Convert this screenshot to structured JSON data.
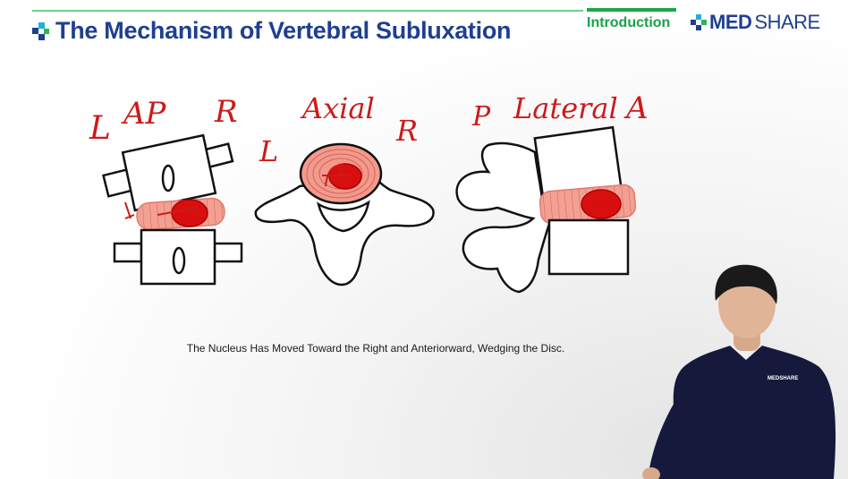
{
  "header": {
    "title": "The Mechanism of Vertebral Subluxation",
    "section": "Introduction",
    "brand_bold": "MED",
    "brand_light": "SHARE"
  },
  "diagram": {
    "labels": {
      "left_side": "L",
      "view_ap": "AP",
      "right_side": "R",
      "axial_left": "L",
      "view_axial": "Axial",
      "axial_right": "R",
      "posterior": "P",
      "view_lateral": "Lateral",
      "anterior": "A"
    }
  },
  "caption": "The Nucleus Has Moved Toward the Right and Anteriorward, Wedging the Disc.",
  "shirt_logo": "MEDSHARE",
  "colors": {
    "title_blue": "#1f3f8f",
    "section_green": "#18a24a",
    "annotation_red": "#cc1a1a",
    "disc_pink": "#f29a8c",
    "nucleus_red": "#d90f0f"
  }
}
